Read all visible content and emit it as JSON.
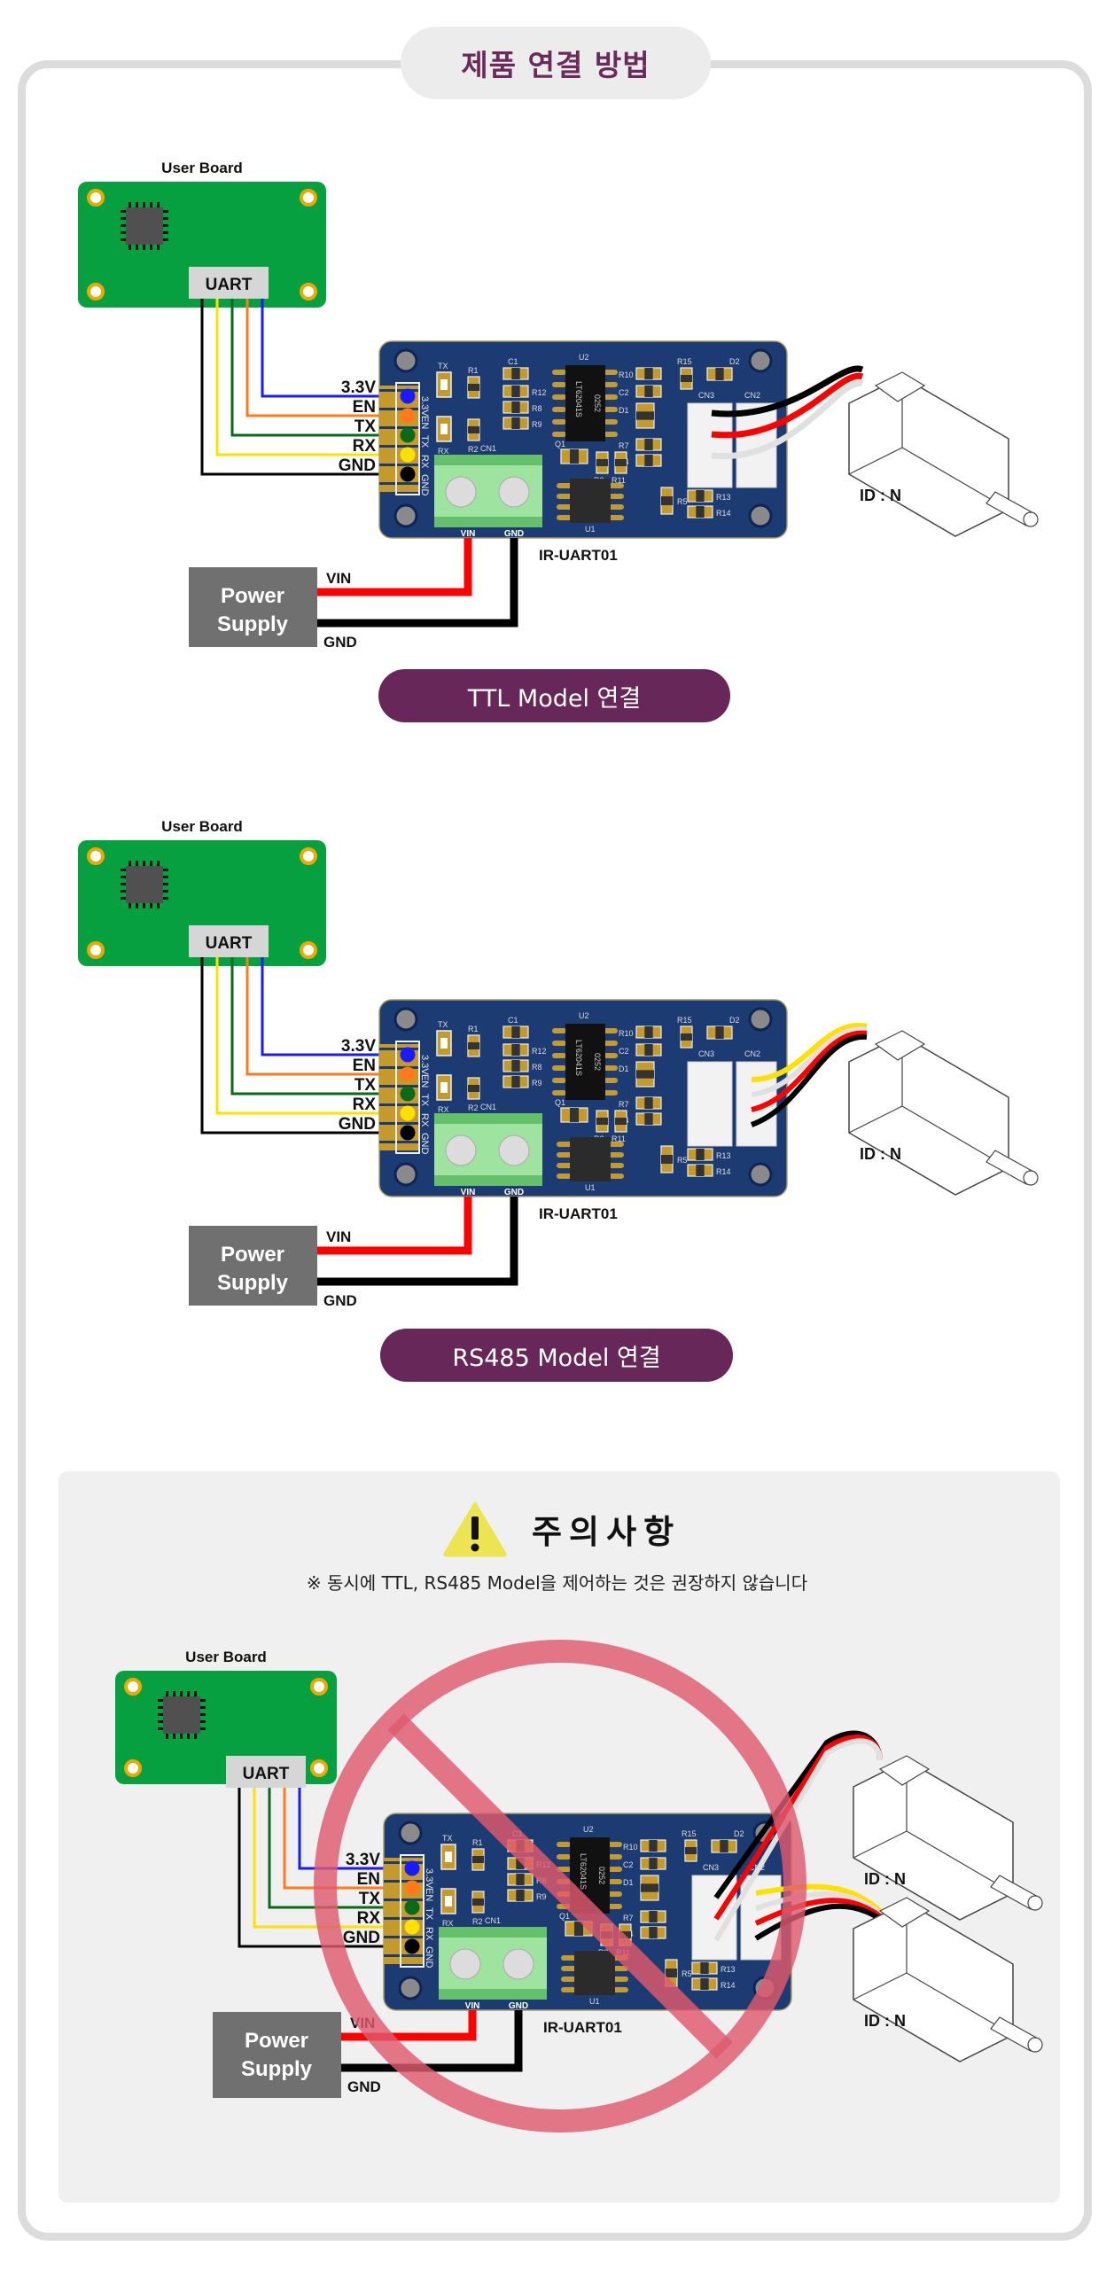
{
  "page": {
    "title": "제품 연결 방법",
    "accent_color": "#682759"
  },
  "diagrams": [
    {
      "id": "ttl",
      "model_label": "TTL Model 연결",
      "user_board_label": "User Board",
      "uart_label": "UART",
      "pins": [
        "3.3V",
        "EN",
        "TX",
        "RX",
        "GND"
      ],
      "pin_colors": [
        "#1a1aff",
        "#ff7a1a",
        "#0a6a1a",
        "#ffe000",
        "#000000"
      ],
      "board_name": "IR-UART01",
      "terminal_labels": [
        "VIN",
        "GND"
      ],
      "power_supply_label": [
        "Power",
        "Supply"
      ],
      "power_wire_labels": [
        "VIN",
        "GND"
      ],
      "active_connector": "CN3",
      "cable_colors": [
        "#000000",
        "#ff0000",
        "#e0e0e0"
      ],
      "actuators": [
        {
          "id_label": "ID : N"
        }
      ]
    },
    {
      "id": "rs485",
      "model_label": "RS485 Model 연결",
      "user_board_label": "User Board",
      "uart_label": "UART",
      "pins": [
        "3.3V",
        "EN",
        "TX",
        "RX",
        "GND"
      ],
      "pin_colors": [
        "#1a1aff",
        "#ff7a1a",
        "#0a6a1a",
        "#ffe000",
        "#000000"
      ],
      "board_name": "IR-UART01",
      "terminal_labels": [
        "VIN",
        "GND"
      ],
      "power_supply_label": [
        "Power",
        "Supply"
      ],
      "power_wire_labels": [
        "VIN",
        "GND"
      ],
      "active_connector": "CN2",
      "cable_colors": [
        "#ffe000",
        "#e0e0e0",
        "#ff0000",
        "#000000"
      ],
      "actuators": [
        {
          "id_label": "ID : N"
        }
      ]
    },
    {
      "id": "both",
      "user_board_label": "User Board",
      "uart_label": "UART",
      "pins": [
        "3.3V",
        "EN",
        "TX",
        "RX",
        "GND"
      ],
      "pin_colors": [
        "#1a1aff",
        "#ff7a1a",
        "#0a6a1a",
        "#ffe000",
        "#000000"
      ],
      "board_name": "IR-UART01",
      "terminal_labels": [
        "VIN",
        "GND"
      ],
      "power_supply_label": [
        "Power",
        "Supply"
      ],
      "power_wire_labels": [
        "VIN",
        "GND"
      ],
      "active_connector": "CN2+CN3",
      "actuators": [
        {
          "id_label": "ID : N"
        },
        {
          "id_label": "ID : N"
        }
      ],
      "prohibited": true
    }
  ],
  "pcb_labels": {
    "silk_pins": [
      "3.3V",
      "EN",
      "TX",
      "RX",
      "GND"
    ],
    "components": [
      "TX",
      "RX",
      "R1",
      "R2",
      "C1",
      "R12",
      "R8",
      "R9",
      "U2",
      "R10",
      "C2",
      "D1",
      "R15",
      "D2",
      "Q1",
      "R3",
      "R11",
      "R7",
      "R4",
      "R5",
      "R13",
      "R14",
      "U1",
      "CN1",
      "CN2",
      "CN3"
    ],
    "chip_text": [
      "LT62041S",
      "0252"
    ]
  },
  "caution": {
    "title": "주의사항",
    "note": "※ 동시에 TTL, RS485 Model을 제어하는 것은 권장하지 않습니다",
    "icon": "warning-triangle-icon",
    "prohibit_icon": "prohibited-sign-icon"
  }
}
